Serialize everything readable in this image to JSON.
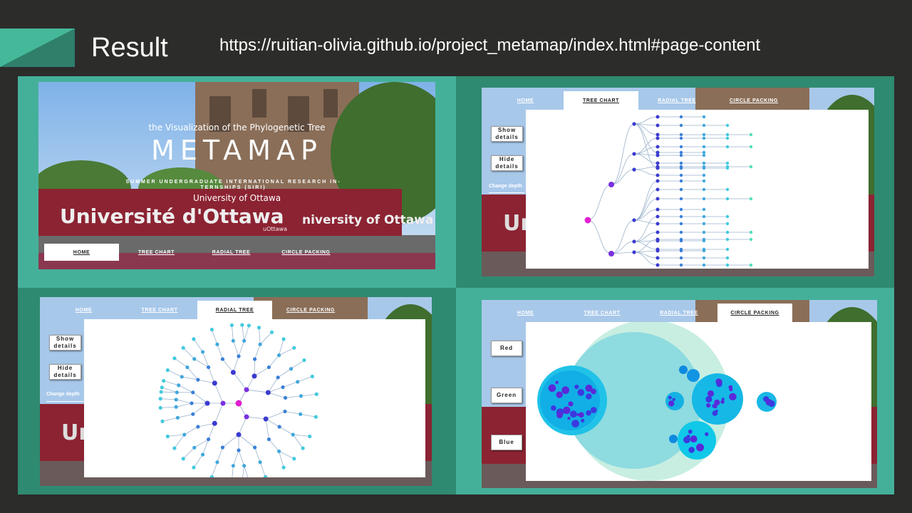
{
  "slide": {
    "title": "Result",
    "url": "https://ruitian-olivia.github.io/project_metamap/index.html#page-content"
  },
  "nav": {
    "home": "HOME",
    "tree_chart": "TREE CHART",
    "radial_tree": "RADIAL TREE",
    "circle_packing": "CIRCLE PACKING"
  },
  "home": {
    "subtitle": "the Visualization of the Phylogenetic Tree",
    "title": "METAMAP",
    "program": "SUMMER UNDERGRADUATE INTERNATIONAL RESEARCH IN-TERNSHIPS (SIRI)",
    "university": "University of Ottawa",
    "banner_fr": "Université d'Ottawa",
    "banner_en": "niversity of Ottawa",
    "banner_logo": "uOttawa"
  },
  "controls": {
    "show_details": "Show details",
    "hide_details": "Hide details",
    "change_depth": "Change depth",
    "red": "Red",
    "green": "Green",
    "blue": "Blue"
  },
  "colors": {
    "bg": "#2c2c2a",
    "teal_light": "#45b09a",
    "teal_dark": "#2e8a70",
    "banner_red": "#8c2332",
    "root_magenta": "#e020d0"
  }
}
